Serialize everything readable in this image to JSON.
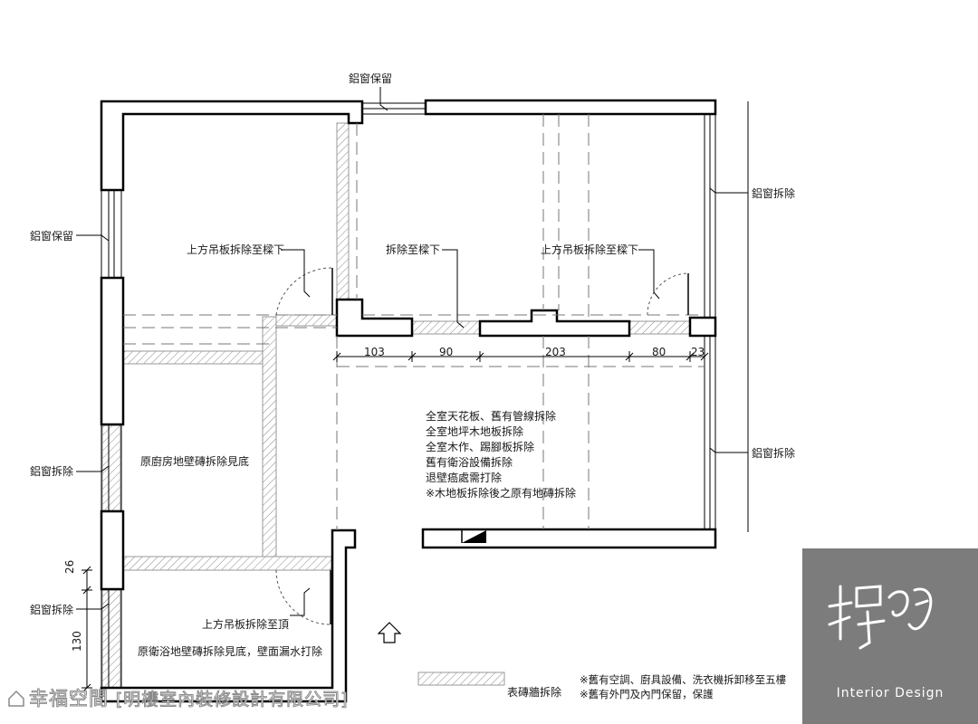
{
  "labels": {
    "window_top_keep": "鋁窗保留",
    "window_left_keep": "鋁窗保留",
    "window_right_top_remove": "鋁窗拆除",
    "window_right_bottom_remove": "鋁窗拆除",
    "window_left_mid_remove": "鋁窗拆除",
    "window_left_bottom_remove": "鋁窗拆除",
    "ceiling_left": "上方吊板拆除至樑下",
    "ceiling_mid": "拆除至樑下",
    "ceiling_right": "上方吊板拆除至樑下",
    "ceiling_bath": "上方吊板拆除至頂",
    "kitchen": "原廚房地壁磚拆除見底",
    "bath": "原衛浴地壁磚拆除見底，壁面漏水打除",
    "brick_wall": "表磚牆拆除"
  },
  "dimensions": {
    "d1": "103",
    "d2": "90",
    "d3": "203",
    "d4": "80",
    "d5": "23",
    "v1": "26",
    "v2": "130"
  },
  "notes": [
    "全室天花板、舊有管線拆除",
    "全室地坪木地板拆除",
    "全室木作、踢腳板拆除",
    "舊有衛浴設備拆除",
    "退壁癌處需打除",
    "※木地板拆除後之原有地磚拆除"
  ],
  "bottom_notes": [
    "※舊有空調、廚具設備、洗衣機拆卸移至五樓",
    "※舊有外門及內門保留，保護"
  ],
  "logo": {
    "glyphs": "樸叩",
    "text": "Interior Design"
  },
  "watermark": {
    "brand": "幸福空間",
    "company": "[明樓室內裝修設計有限公司]"
  },
  "icons": {
    "north_arrow": "up-arrow-icon",
    "watermark_icon": "house-icon"
  }
}
